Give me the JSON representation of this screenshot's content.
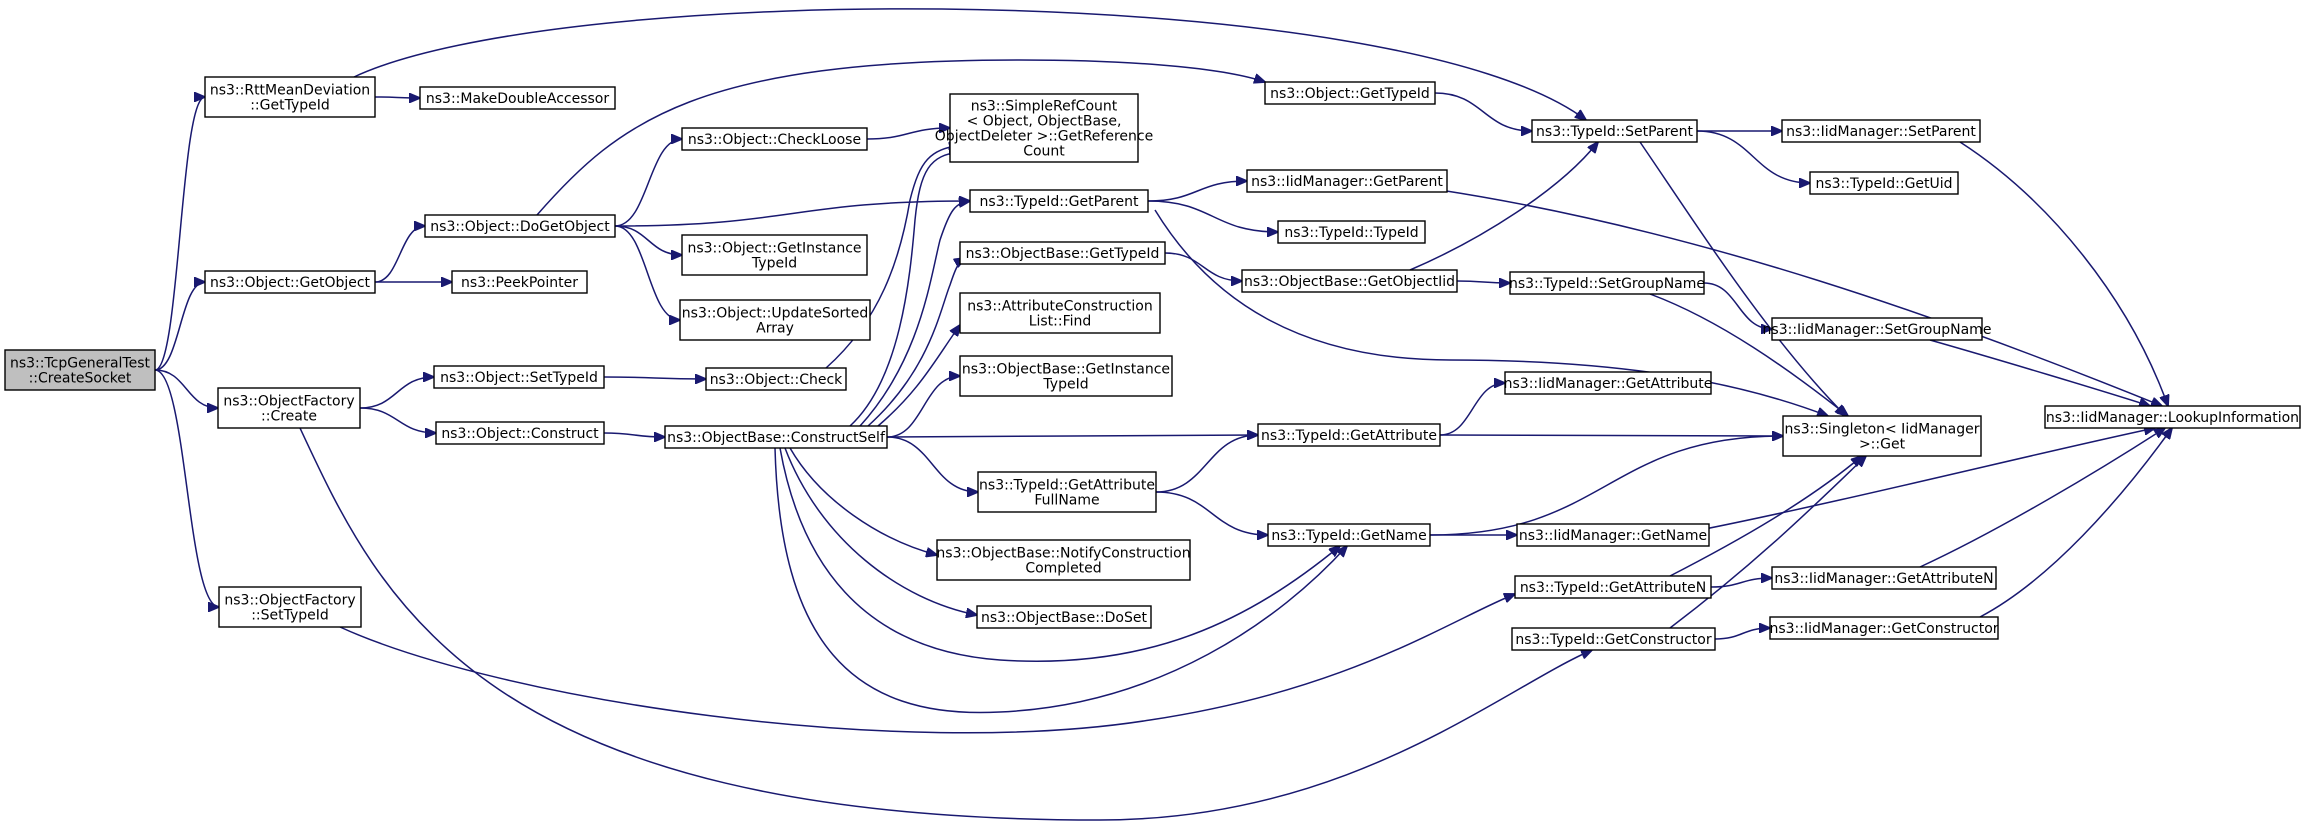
{
  "graph": {
    "edge_color": "#191970",
    "root_fill": "#bfbfbf",
    "nodes": [
      {
        "id": "root",
        "lines": [
          "ns3::TcpGeneralTest",
          "::CreateSocket"
        ],
        "root": true
      },
      {
        "id": "rtt",
        "lines": [
          "ns3::RttMeanDeviation",
          "::GetTypeId"
        ]
      },
      {
        "id": "mda",
        "lines": [
          "ns3::MakeDoubleAccessor"
        ]
      },
      {
        "id": "getobj",
        "lines": [
          "ns3::Object::GetObject"
        ]
      },
      {
        "id": "peek",
        "lines": [
          "ns3::PeekPointer"
        ]
      },
      {
        "id": "dogetobj",
        "lines": [
          "ns3::Object::DoGetObject"
        ]
      },
      {
        "id": "checkloose",
        "lines": [
          "ns3::Object::CheckLoose"
        ]
      },
      {
        "id": "simpleref",
        "lines": [
          "ns3::SimpleRefCount",
          "< Object, ObjectBase,",
          "ObjectDeleter >::GetReference",
          "Count"
        ]
      },
      {
        "id": "objgettypeid",
        "lines": [
          "ns3::Object::GetTypeId"
        ]
      },
      {
        "id": "tidgetparent",
        "lines": [
          "ns3::TypeId::GetParent"
        ]
      },
      {
        "id": "iidgetparent",
        "lines": [
          "ns3::IidManager::GetParent"
        ]
      },
      {
        "id": "tidtypeid",
        "lines": [
          "ns3::TypeId::TypeId"
        ]
      },
      {
        "id": "getinsttid",
        "lines": [
          "ns3::Object::GetInstance",
          "TypeId"
        ]
      },
      {
        "id": "updsorted",
        "lines": [
          "ns3::Object::UpdateSorted",
          "Array"
        ]
      },
      {
        "id": "ofcreate",
        "lines": [
          "ns3::ObjectFactory",
          "::Create"
        ]
      },
      {
        "id": "settypeid",
        "lines": [
          "ns3::Object::SetTypeId"
        ]
      },
      {
        "id": "check",
        "lines": [
          "ns3::Object::Check"
        ]
      },
      {
        "id": "construct",
        "lines": [
          "ns3::Object::Construct"
        ]
      },
      {
        "id": "constructself",
        "lines": [
          "ns3::ObjectBase::ConstructSelf"
        ]
      },
      {
        "id": "obgettypeid",
        "lines": [
          "ns3::ObjectBase::GetTypeId"
        ]
      },
      {
        "id": "obgetobjiid",
        "lines": [
          "ns3::ObjectBase::GetObjectIid"
        ]
      },
      {
        "id": "acfind",
        "lines": [
          "ns3::AttributeConstruction",
          "List::Find"
        ]
      },
      {
        "id": "obgetinst",
        "lines": [
          "ns3::ObjectBase::GetInstance",
          "TypeId"
        ]
      },
      {
        "id": "tidgetattrfull",
        "lines": [
          "ns3::TypeId::GetAttribute",
          "FullName"
        ]
      },
      {
        "id": "obnotify",
        "lines": [
          "ns3::ObjectBase::NotifyConstruction",
          "Completed"
        ]
      },
      {
        "id": "obdoset",
        "lines": [
          "ns3::ObjectBase::DoSet"
        ]
      },
      {
        "id": "ofsettypeid",
        "lines": [
          "ns3::ObjectFactory",
          "::SetTypeId"
        ]
      },
      {
        "id": "tidgetattr",
        "lines": [
          "ns3::TypeId::GetAttribute"
        ]
      },
      {
        "id": "tidgetname",
        "lines": [
          "ns3::TypeId::GetName"
        ]
      },
      {
        "id": "tidsetparent",
        "lines": [
          "ns3::TypeId::SetParent"
        ]
      },
      {
        "id": "tidsetgroup",
        "lines": [
          "ns3::TypeId::SetGroupName"
        ]
      },
      {
        "id": "iidgetattr",
        "lines": [
          "ns3::IidManager::GetAttribute"
        ]
      },
      {
        "id": "iidgetname",
        "lines": [
          "ns3::IidManager::GetName"
        ]
      },
      {
        "id": "tidgetattrn",
        "lines": [
          "ns3::TypeId::GetAttributeN"
        ]
      },
      {
        "id": "tidgetctor",
        "lines": [
          "ns3::TypeId::GetConstructor"
        ]
      },
      {
        "id": "iidsetparent",
        "lines": [
          "ns3::IidManager::SetParent"
        ]
      },
      {
        "id": "tidgetuid",
        "lines": [
          "ns3::TypeId::GetUid"
        ]
      },
      {
        "id": "iidsetgroup",
        "lines": [
          "ns3::IidManager::SetGroupName"
        ]
      },
      {
        "id": "singleton",
        "lines": [
          "ns3::Singleton< IidManager",
          ">::Get"
        ]
      },
      {
        "id": "iidgetattrn",
        "lines": [
          "ns3::IidManager::GetAttributeN"
        ]
      },
      {
        "id": "iidgetctor",
        "lines": [
          "ns3::IidManager::GetConstructor"
        ]
      },
      {
        "id": "lookup",
        "lines": [
          "ns3::IidManager::LookupInformation"
        ]
      }
    ],
    "edges": [
      [
        "root",
        "rtt"
      ],
      [
        "root",
        "getobj"
      ],
      [
        "root",
        "ofcreate"
      ],
      [
        "root",
        "ofsettypeid"
      ],
      [
        "rtt",
        "mda"
      ],
      [
        "rtt",
        "tidsetparent"
      ],
      [
        "getobj",
        "dogetobj"
      ],
      [
        "getobj",
        "peek"
      ],
      [
        "dogetobj",
        "objgettypeid"
      ],
      [
        "dogetobj",
        "checkloose"
      ],
      [
        "dogetobj",
        "tidgetparent"
      ],
      [
        "dogetobj",
        "getinsttid"
      ],
      [
        "dogetobj",
        "updsorted"
      ],
      [
        "checkloose",
        "simpleref"
      ],
      [
        "objgettypeid",
        "tidsetparent"
      ],
      [
        "tidgetparent",
        "iidgetparent"
      ],
      [
        "tidgetparent",
        "tidtypeid"
      ],
      [
        "tidgetparent",
        "singleton"
      ],
      [
        "iidgetparent",
        "lookup"
      ],
      [
        "ofcreate",
        "settypeid"
      ],
      [
        "ofcreate",
        "construct"
      ],
      [
        "ofcreate",
        "tidgetctor"
      ],
      [
        "settypeid",
        "check"
      ],
      [
        "check",
        "simpleref"
      ],
      [
        "construct",
        "constructself"
      ],
      [
        "constructself",
        "simpleref"
      ],
      [
        "constructself",
        "tidgetparent"
      ],
      [
        "constructself",
        "obgettypeid"
      ],
      [
        "constructself",
        "acfind"
      ],
      [
        "constructself",
        "obgetinst"
      ],
      [
        "constructself",
        "tidgetattr"
      ],
      [
        "constructself",
        "tidgetattrfull"
      ],
      [
        "constructself",
        "obnotify"
      ],
      [
        "constructself",
        "obdoset"
      ],
      [
        "constructself",
        "tidgetname"
      ],
      [
        "constructself",
        "tidgetname"
      ],
      [
        "obgettypeid",
        "obgetobjiid"
      ],
      [
        "obgetobjiid",
        "tidsetparent"
      ],
      [
        "obgetobjiid",
        "tidsetgroup"
      ],
      [
        "tidsetparent",
        "iidsetparent"
      ],
      [
        "tidsetparent",
        "tidgetuid"
      ],
      [
        "tidsetparent",
        "singleton"
      ],
      [
        "tidsetgroup",
        "iidsetgroup"
      ],
      [
        "tidsetgroup",
        "singleton"
      ],
      [
        "iidsetparent",
        "lookup"
      ],
      [
        "iidsetgroup",
        "lookup"
      ],
      [
        "tidgetattrfull",
        "tidgetattr"
      ],
      [
        "tidgetattrfull",
        "tidgetname"
      ],
      [
        "tidgetattr",
        "iidgetattr"
      ],
      [
        "tidgetattr",
        "singleton"
      ],
      [
        "tidgetname",
        "iidgetname"
      ],
      [
        "tidgetname",
        "singleton"
      ],
      [
        "iidgetname",
        "lookup"
      ],
      [
        "ofsettypeid",
        "tidgetattrn"
      ],
      [
        "tidgetattrn",
        "iidgetattrn"
      ],
      [
        "tidgetattrn",
        "singleton"
      ],
      [
        "tidgetctor",
        "iidgetctor"
      ],
      [
        "tidgetctor",
        "singleton"
      ],
      [
        "iidgetattrn",
        "lookup"
      ],
      [
        "iidgetctor",
        "lookup"
      ]
    ]
  }
}
